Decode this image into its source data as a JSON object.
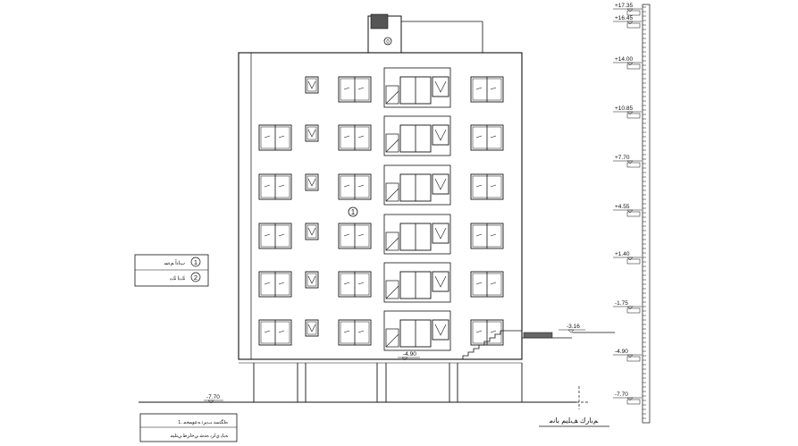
{
  "levels": {
    "roof_top": "+17.35",
    "roof": "+16.45",
    "f5": "+14.00",
    "f4": "+10.85",
    "f3": "+7.70",
    "f2": "+4.55",
    "f1": "+1.40",
    "b1": "-1.75",
    "b2": "-4.90",
    "ground": "-7.70"
  },
  "annotations": {
    "street_level": "-3.16",
    "parking_level": "-4.90",
    "ground_level": "-7.70"
  },
  "legend": {
    "row1_text": "ﺏﺎﻧﺁ ﻢﻧﺳ",
    "row1_marker": "1",
    "row2_text": "ﻚﻳﺍ ﻚﻳ",
    "row2_marker": "2"
  },
  "facade_marker": "1",
  "stair_tower_marker": "0",
  "elevation_title": "ﻢﺑﺍﺭﻙ ﻒﻠﻳﻢ ﺑﺎﻧﻣ",
  "notes": {
    "line1": "ﻩﺎﮕﺘﺳﺩ ﺐﻳﺮﺗ ﻪﻋﻮﻤﺠﻣ .1",
    "line2": "ﻪﻳﺎﭘ ﻱﺍﺮﺑ ﻩﺪﺷ ﻲﺣﺍﺮﻃ ﻲﺘﻠﻴﻣ"
  }
}
